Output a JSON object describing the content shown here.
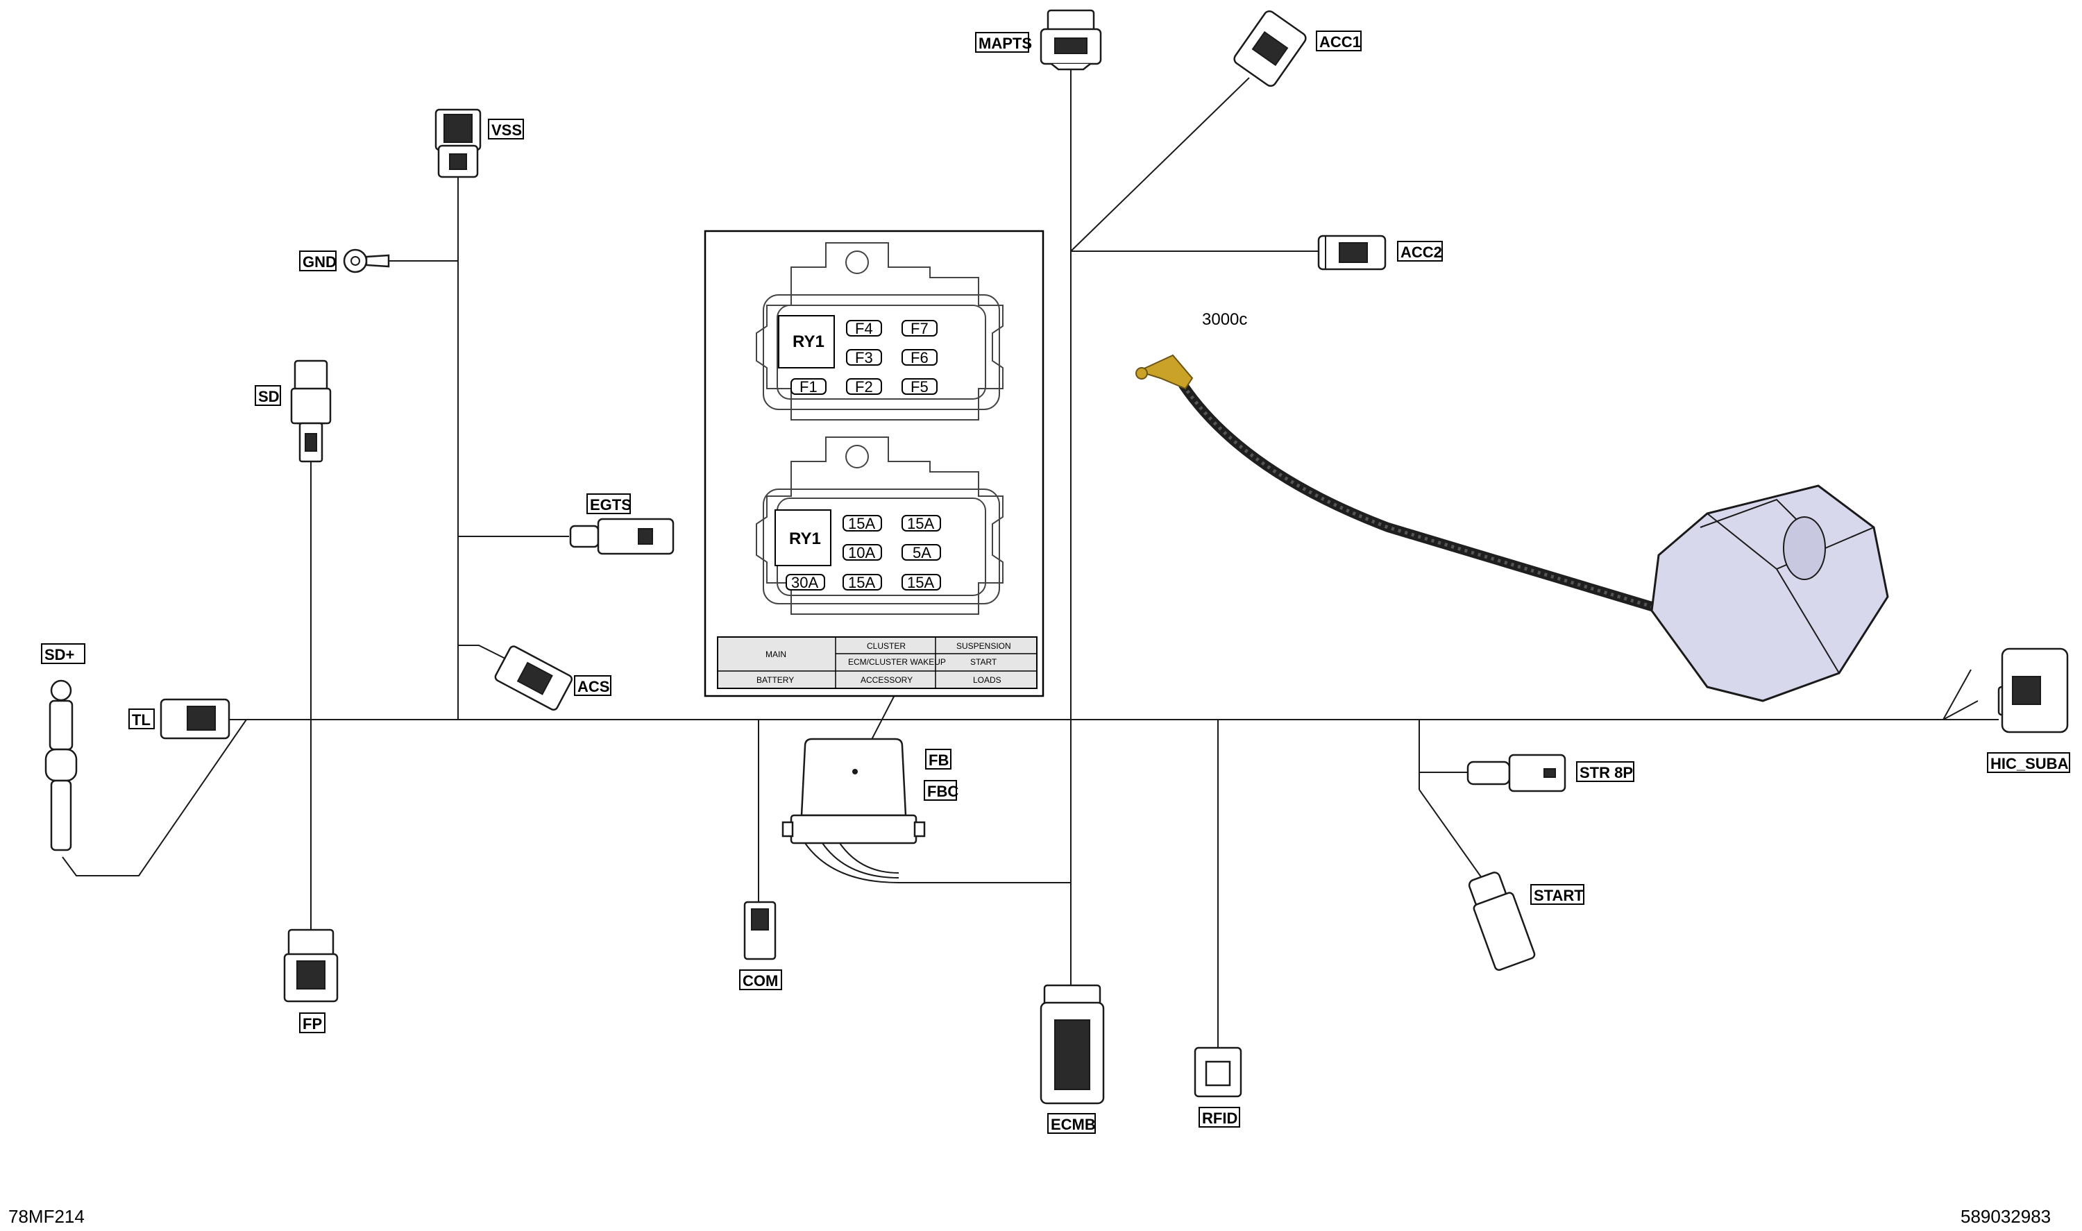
{
  "labels": {
    "mapts": "MAPTS",
    "acc1": "ACC1",
    "acc2": "ACC2",
    "vss": "VSS",
    "gnd": "GND",
    "sd": "SD",
    "egts": "EGTS",
    "acs": "ACS",
    "sd_plus": "SD+",
    "tl": "TL",
    "fb": "FB",
    "fbc": "FBC",
    "com": "COM",
    "fp": "FP",
    "ecmb": "ECMB",
    "rfid": "RFID",
    "str8p": "STR 8P",
    "start": "START",
    "hic_suba": "HIC_SUBA",
    "wire_3000c": "3000c"
  },
  "fuse_box_top": {
    "relay": "RY1",
    "fuses": [
      "F4",
      "F7",
      "F3",
      "F6",
      "F1",
      "F2",
      "F5"
    ]
  },
  "fuse_box_bottom": {
    "relay": "RY1",
    "ratings": [
      "15A",
      "15A",
      "10A",
      "5A",
      "30A",
      "15A",
      "15A"
    ]
  },
  "legend_table": {
    "main": "MAIN",
    "cluster": "CLUSTER",
    "suspension": "SUSPENSION",
    "ecm_cluster_wakeup": "ECM/CLUSTER WAKEUP",
    "start": "START",
    "battery": "BATTERY",
    "accessory": "ACCESSORY",
    "loads": "LOADS"
  },
  "footer": {
    "left_code": "78MF214",
    "part_number": "589032983"
  },
  "colors": {
    "line": "#1a1a1a",
    "ecm_body": "#d8d8ec",
    "terminal": "#c9a227"
  }
}
